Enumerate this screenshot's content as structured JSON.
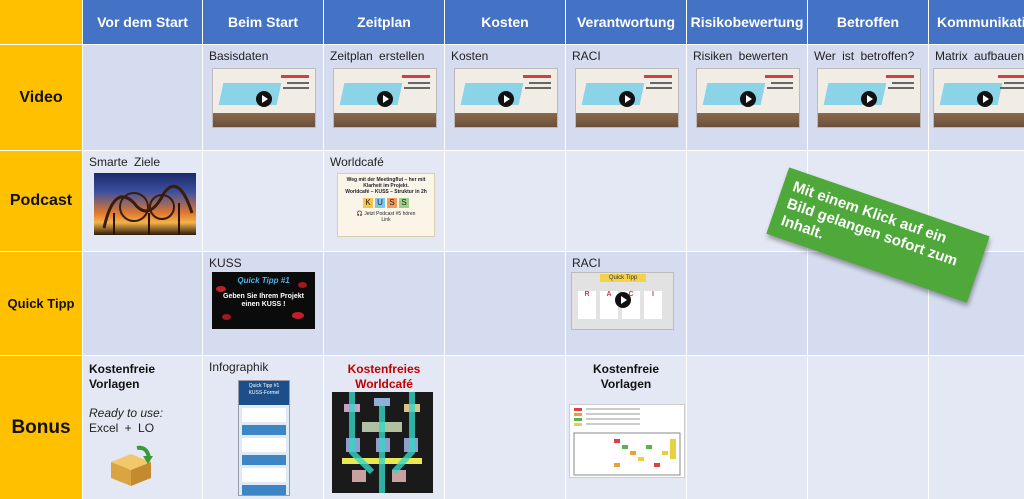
{
  "headers": [
    "Vor dem Start",
    "Beim Start",
    "Zeitplan",
    "Kosten",
    "Verantwortung",
    "Risikobewertung",
    "Betroffen",
    "Kommunikation"
  ],
  "rows": {
    "video": "Video",
    "podcast": "Podcast",
    "quick_tipp": "Quick Tipp",
    "bonus": "Bonus"
  },
  "video": {
    "beim_start": "Basisdaten",
    "zeitplan": "Zeitplan  erstellen",
    "kosten": "Kosten",
    "verantwortung": "RACI",
    "risikobewertung": "Risiken  bewerten",
    "betroffen": "Wer ist betroffen?",
    "kommunikation": "Matrix  aufbauen"
  },
  "podcast": {
    "vor_dem_start": "Smarte  Ziele",
    "zeitplan": "Worldcafé",
    "worldcafe_card": {
      "line1": "Weg mit der Meetingflut – her mit",
      "line2": "Klarheit im Projekt.",
      "line3": "Worldcafé – KUSS – Struktur in 2h",
      "kuss": [
        "K",
        "U",
        "S",
        "S"
      ],
      "cta": "Jetzt Podcast #5 hören",
      "tag": "Link"
    }
  },
  "quick_tipp": {
    "beim_start": "KUSS",
    "kuss_card": {
      "title": "Quick Tipp #1",
      "line1": "Geben Sie Ihrem Projekt",
      "line2": "einen KUSS !"
    },
    "verantwortung": "RACI",
    "raci_card": {
      "title": "Quick Tipp",
      "letters": [
        "R",
        "A",
        "C",
        "I"
      ]
    }
  },
  "bonus": {
    "vor_dem_start": {
      "title1": "Kostenfreie",
      "title2": "Vorlagen",
      "sub1": "Ready to use:",
      "sub2": "Excel  + LO"
    },
    "beim_start": {
      "label": "Infographik",
      "card_title": "Quick Tipp #1",
      "card_sub": "KUSS-Formel"
    },
    "zeitplan": {
      "title1": "Kostenfreies",
      "title2": "Worldcafé"
    },
    "verantwortung": {
      "title1": "Kostenfreie",
      "title2": "Vorlagen"
    }
  },
  "banner": "Mit einem Klick auf ein Bild gelangen sofort zum Inhalt.",
  "colors": {
    "header_blue": "#4472c4",
    "row_label_yellow": "#ffc000",
    "cell_light": "#e4e8f4",
    "banner_green": "#4ea83a",
    "bonus_red": "#c00000"
  }
}
